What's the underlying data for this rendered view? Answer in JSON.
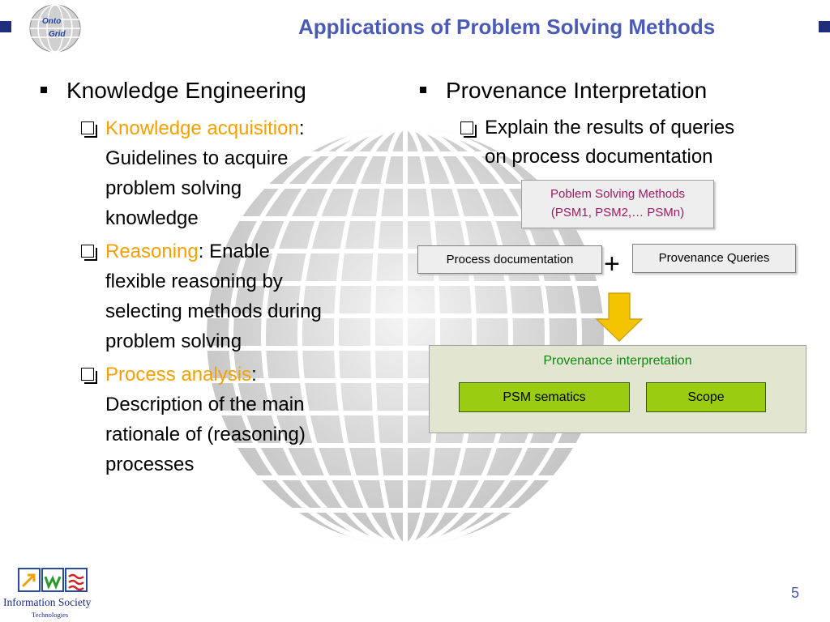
{
  "title": "Applications of Problem Solving Methods",
  "logo_text": [
    "Onto",
    "Grid"
  ],
  "left": {
    "heading": "Knowledge Engineering",
    "items": [
      {
        "term": "Knowledge acquisition",
        "rest_line1": ":",
        "lines": [
          "Guidelines to acquire",
          "problem solving",
          "knowledge"
        ]
      },
      {
        "term": "Reasoning",
        "rest_line1": ": Enable",
        "lines": [
          "flexible reasoning by",
          "selecting methods during",
          "problem solving"
        ]
      },
      {
        "term": "Process analysis",
        "rest_line1": ":",
        "lines": [
          "Description of the main",
          "rationale of (reasoning)",
          "processes"
        ]
      }
    ]
  },
  "right": {
    "heading": "Provenance Interpretation",
    "sub_line1": "Explain the results of queries",
    "sub_line2": "on process documentation"
  },
  "diagram": {
    "psm_line1": "Poblem Solving Methods",
    "psm_line2": "(PSM1, PSM2,… PSMn)",
    "process_doc": "Process documentation",
    "plus": "+",
    "queries": "Provenance Queries",
    "interp_label": "Provenance interpretation",
    "psm_sematics": "PSM sematics",
    "scope": "Scope"
  },
  "footer": {
    "logo_line1": "Information Society",
    "logo_line2": "Technologies",
    "page_number": "5"
  },
  "colors": {
    "title": "#4a5bb5",
    "accent_orange": "#f5a000",
    "psm_text": "#9b1c63",
    "interp_text": "#0a8a0a",
    "green_box": "#9acc12",
    "arrow": "#f5c400"
  }
}
